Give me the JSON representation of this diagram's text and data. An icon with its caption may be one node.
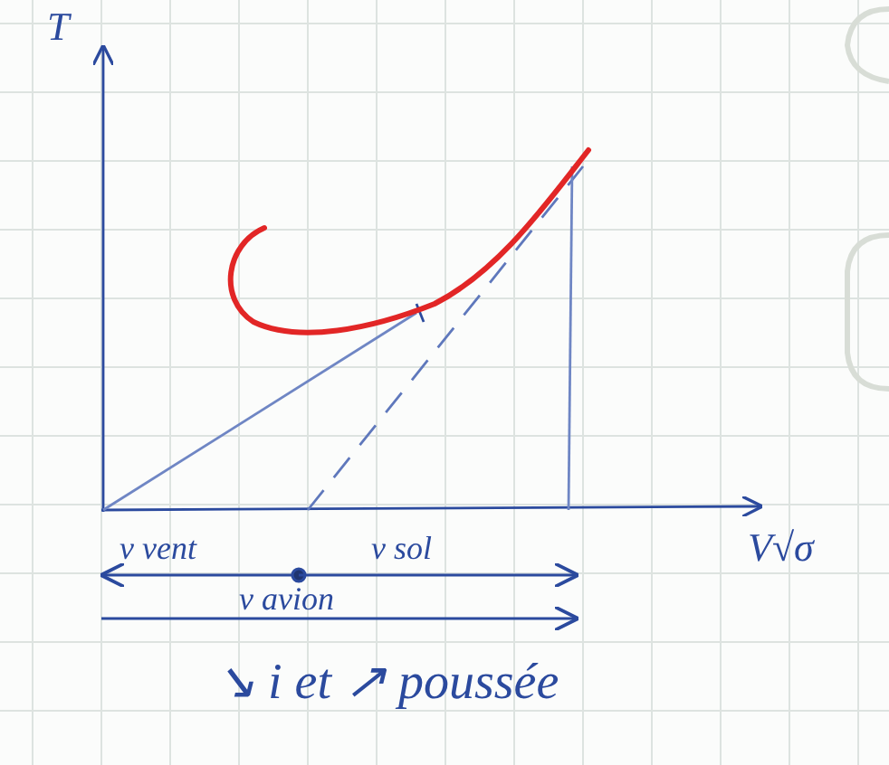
{
  "diagram": {
    "labels": [
      "T",
      "V√σ",
      "v vent",
      "v sol",
      "v avion",
      "↘ i et ↗ poussée"
    ]
  }
}
